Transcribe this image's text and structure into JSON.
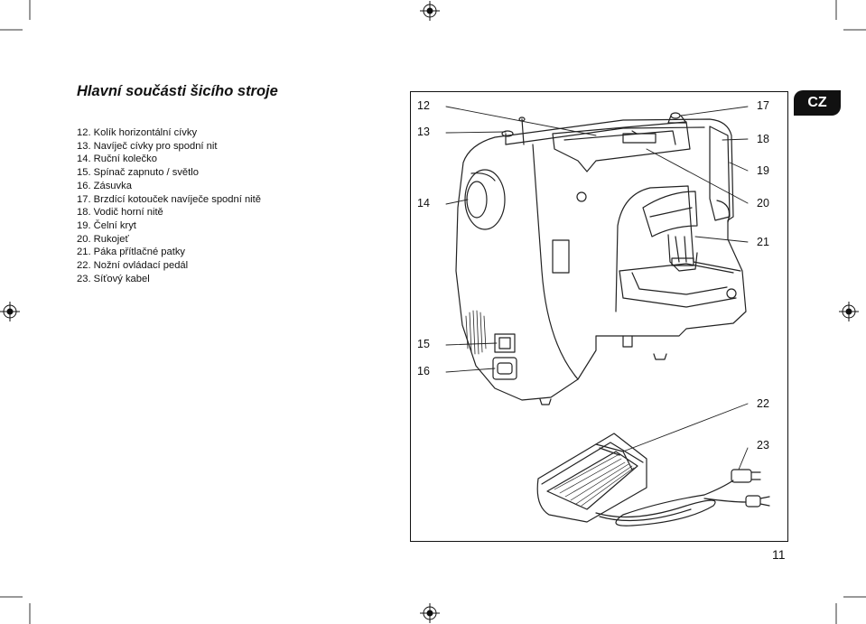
{
  "page_title": "Hlavní součásti šicího stroje",
  "language_badge": "CZ",
  "parts": [
    "12. Kolík horizontální cívky",
    "13. Navíječ cívky pro spodní nit",
    "14. Ruční kolečko",
    "15. Spínač zapnuto / světlo",
    "16. Zásuvka",
    "17. Brzdící kotouček navíječe spodní nitě",
    "18. Vodič horní nitě",
    "19. Čelní kryt",
    "20. Rukojeť",
    "21. Páka přítlačné patky",
    "22. Nožní ovládací pedál",
    "23. Síťový kabel"
  ],
  "callouts": {
    "c12": "12",
    "c13": "13",
    "c14": "14",
    "c15": "15",
    "c16": "16",
    "c17": "17",
    "c18": "18",
    "c19": "19",
    "c20": "20",
    "c21": "21",
    "c22": "22",
    "c23": "23"
  },
  "page_number": "11"
}
